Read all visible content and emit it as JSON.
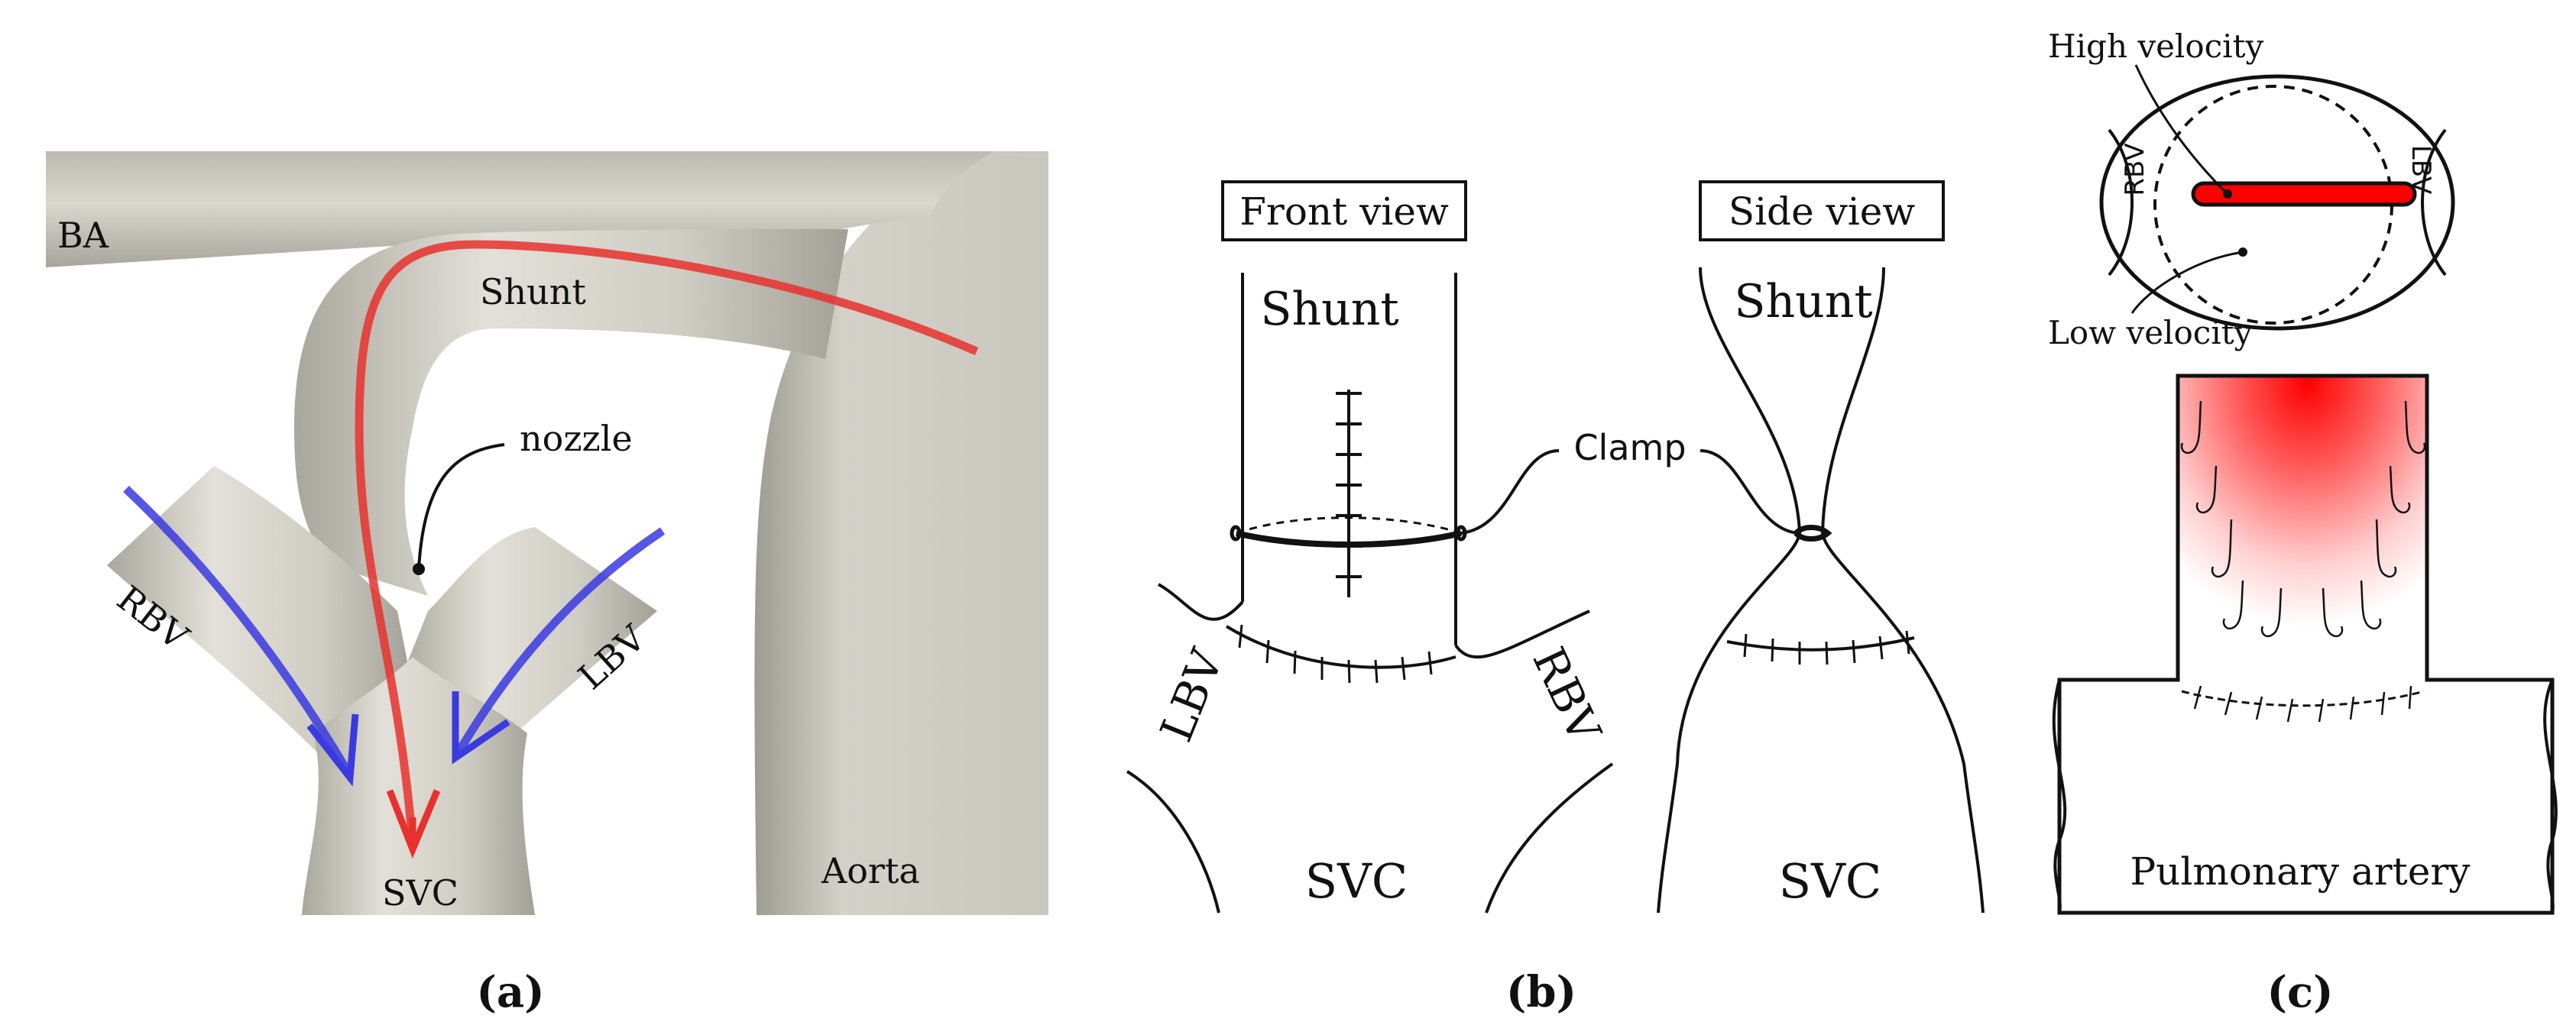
{
  "panel_a": {
    "labels": {
      "ba": "BA",
      "shunt": "Shunt",
      "nozzle": "nozzle",
      "rbv": "RBV",
      "lbv": "LBV",
      "svc": "SVC",
      "aorta": "Aorta"
    },
    "caption": "(a)",
    "colors": {
      "vessel": "#cfcdc3",
      "arterial_flow": "#e8312e",
      "venous_flow": "#3a3ae0"
    }
  },
  "panel_b": {
    "front_title": "Front view",
    "side_title": "Side view",
    "front_shunt": "Shunt",
    "side_shunt": "Shunt",
    "clamp": "Clamp",
    "lbv": "LBV",
    "rbv": "RBV",
    "front_svc": "SVC",
    "side_svc": "SVC",
    "caption": "(b)"
  },
  "panel_c": {
    "high_velocity": "High velocity",
    "low_velocity": "Low velocity",
    "rbv": "RBV",
    "lbv": "LBV",
    "pulmonary_artery": "Pulmonary artery",
    "caption": "(c)",
    "colors": {
      "jet": "#ff0000"
    }
  }
}
